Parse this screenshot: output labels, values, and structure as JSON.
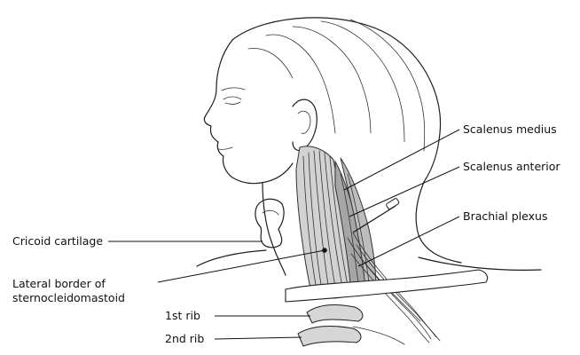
{
  "labels": {
    "scalenus_medius": "Scalenus medius",
    "scalenus_anterior": "Scalenus anterior",
    "brachial_plexus": "Brachial plexus",
    "cricoid_cartilage": "Cricoid cartilage",
    "lateral_border_line1": "Lateral border of",
    "lateral_border_line2": "sternocleidomastoid",
    "first_rib": "1st rib",
    "second_rib": "2nd rib"
  },
  "colors": {
    "line": "#1e1e1e",
    "muscle_fill": "#cfcfcf",
    "muscle_dark": "#9a9a9a",
    "background": "#ffffff"
  }
}
